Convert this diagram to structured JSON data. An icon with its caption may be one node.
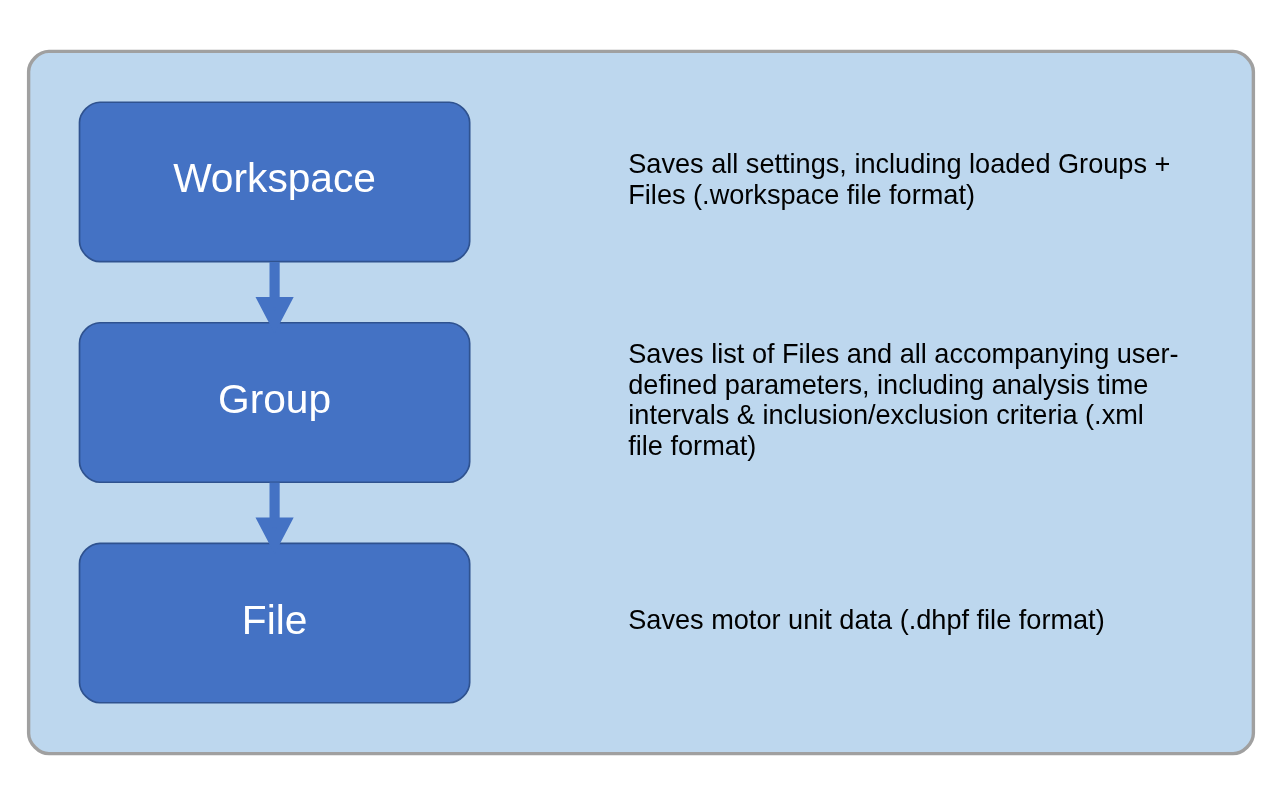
{
  "diagram": {
    "nodes": [
      {
        "text": [],
        "shape": "box"
      },
      {
        "text": [
          "Workspace"
        ],
        "in": 0
      },
      {
        "text": [
          "Group"
        ],
        "in": 0
      },
      {
        "text": [
          "File"
        ],
        "in": 0
      }
    ],
    "edges": [
      {
        "from": 1,
        "to": 2,
        "arrow": "to"
      },
      {
        "from": 2,
        "to": 3,
        "arrow": "to"
      }
    ],
    "labels": [
      "Saves all settings, including loaded Groups + Files (.workspace file format)",
      "Saves list of Files and all accompanying user-defined parameters, including analysis time intervals & inclusion/exclusion criteria (.xml file format)",
      "Saves motor unit data (.dhpf file format)"
    ]
  }
}
